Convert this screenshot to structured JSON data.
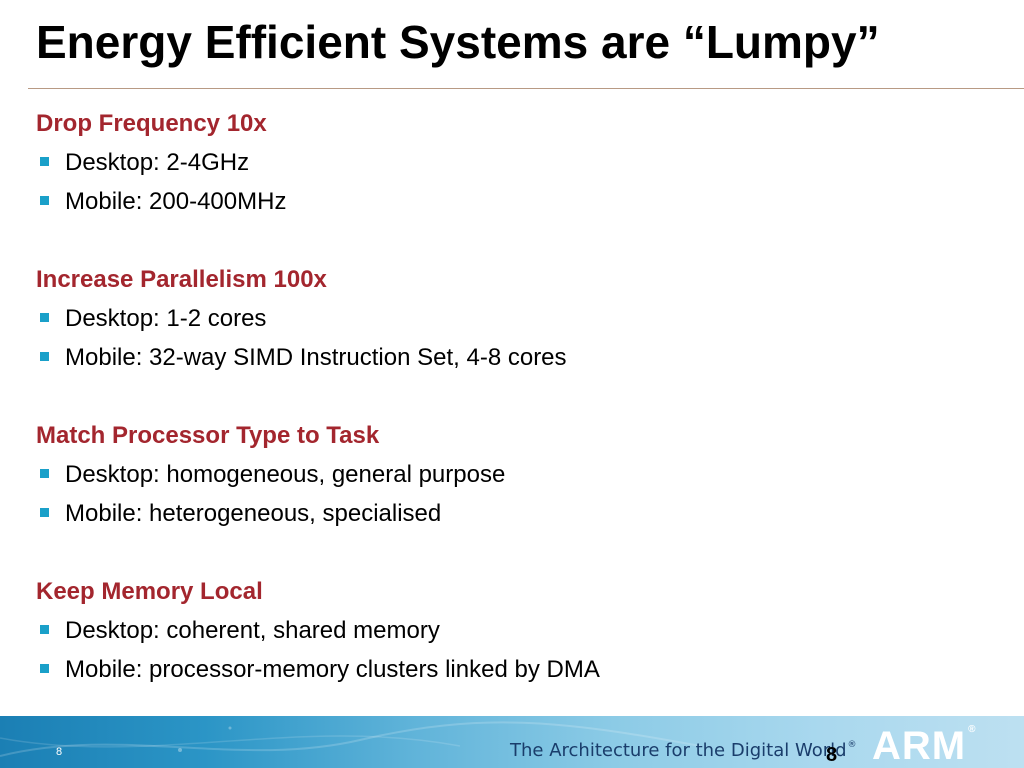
{
  "slide": {
    "title": "Energy Efficient Systems are “Lumpy”",
    "number": "8"
  },
  "sections": [
    {
      "heading": "Drop Frequency 10x",
      "bullets": [
        "Desktop: 2-4GHz",
        "Mobile: 200-400MHz"
      ]
    },
    {
      "heading": "Increase Parallelism 100x",
      "bullets": [
        "Desktop: 1-2 cores",
        "Mobile: 32-way SIMD Instruction Set, 4-8 cores"
      ]
    },
    {
      "heading": "Match Processor Type to Task",
      "bullets": [
        "Desktop: homogeneous, general purpose",
        "Mobile: heterogeneous, specialised"
      ]
    },
    {
      "heading": "Keep Memory Local",
      "bullets": [
        "Desktop: coherent, shared memory",
        "Mobile: processor-memory clusters linked by DMA"
      ]
    }
  ],
  "footer": {
    "page_label": "8",
    "tagline": "The Architecture for the Digital World",
    "tagline_mark": "®",
    "logo_text": "ARM",
    "logo_mark": "®"
  },
  "colors": {
    "heading": "#a3262e",
    "bullet_marker": "#1aa0c9",
    "footer_start": "#1b7fb4",
    "footer_end": "#bde0f1",
    "tagline": "#1a3d6b"
  },
  "icons": {
    "bullet_marker": "square-bullet-icon"
  }
}
